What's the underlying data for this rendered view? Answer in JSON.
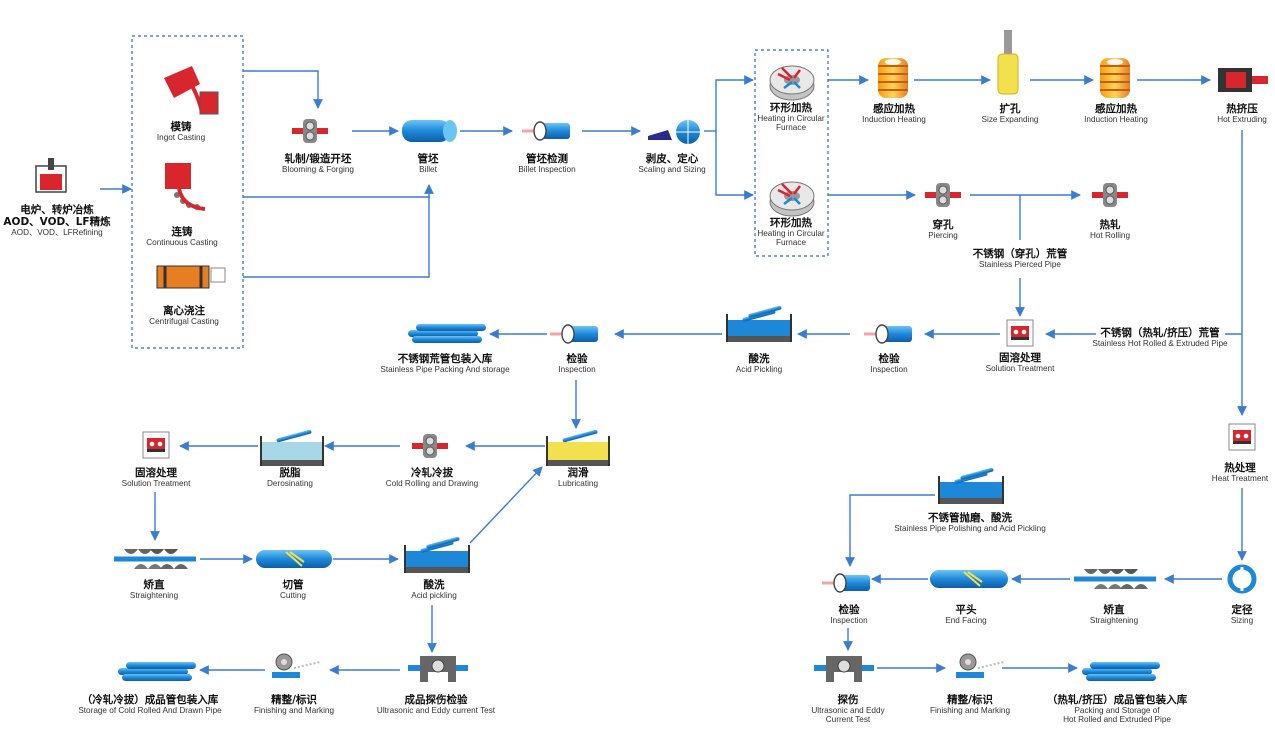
{
  "nodes": {
    "refining": {
      "zh": "电炉、转炉冶炼\nAOD、VOD、LF精炼",
      "en": "AOD、VOD、LFRefining"
    },
    "ingot": {
      "zh": "模铸",
      "en": "Ingot Casting"
    },
    "continuous": {
      "zh": "连铸",
      "en": "Continuous Casting"
    },
    "centrifugal": {
      "zh": "离心浇注",
      "en": "Centrifugal Casting"
    },
    "blooming": {
      "zh": "轧制/锻造开坯",
      "en": "Blooming & Forging"
    },
    "billet": {
      "zh": "管坯",
      "en": "Billet"
    },
    "billet_insp": {
      "zh": "管坯检测",
      "en": "Billet Inspection"
    },
    "scaling": {
      "zh": "剥皮、定心",
      "en": "Scaling and Sizing"
    },
    "furnace1": {
      "zh": "环形加热",
      "en": "Heating in Circular Furnace"
    },
    "furnace2": {
      "zh": "环形加热",
      "en": "Heating in Circular Furnace"
    },
    "induction1": {
      "zh": "感应加热",
      "en": "Induction Heating"
    },
    "expanding": {
      "zh": "扩孔",
      "en": "Size Expanding"
    },
    "induction2": {
      "zh": "感应加热",
      "en": "Induction Heating"
    },
    "hot_extruding": {
      "zh": "热挤压",
      "en": "Hot Extruding"
    },
    "piercing": {
      "zh": "穿孔",
      "en": "Piercing"
    },
    "hot_rolling": {
      "zh": "热轧",
      "en": "Hot Rolling"
    },
    "pierced_pipe": {
      "zh": "不锈钢（穿孔）荒管",
      "en": "Stainless Pierced Pipe"
    },
    "hot_rolled_pipe": {
      "zh": "不锈钢（热轧/挤压）荒管",
      "en": "Stainless Hot Rolled & Extruded Pipe"
    },
    "solution1": {
      "zh": "固溶处理",
      "en": "Solution Treatment"
    },
    "inspection1": {
      "zh": "检验",
      "en": "Inspection"
    },
    "pickling1": {
      "zh": "酸洗",
      "en": "Acid Pickling"
    },
    "inspection2": {
      "zh": "检验",
      "en": "Inspection"
    },
    "packing1": {
      "zh": "不锈钢荒管包装入库",
      "en": "Stainless Pipe Packing And storage"
    },
    "lubricating": {
      "zh": "润滑",
      "en": "Lubricating"
    },
    "cold_rolling": {
      "zh": "冷轧冷拔",
      "en": "Cold Rolling and Drawing"
    },
    "derosinating": {
      "zh": "脱脂",
      "en": "Derosinating"
    },
    "solution2": {
      "zh": "固溶处理",
      "en": "Solution Treatment"
    },
    "straightening1": {
      "zh": "矫直",
      "en": "Straightening"
    },
    "cutting": {
      "zh": "切管",
      "en": "Cutting"
    },
    "pickling2": {
      "zh": "酸洗",
      "en": "Acid pickling"
    },
    "ut_test1": {
      "zh": "成品探伤检验",
      "en": "Ultrasonic and Eddy current Test"
    },
    "finishing1": {
      "zh": "精整/标识",
      "en": "Finishing and Marking"
    },
    "storage_cold": {
      "zh": "（冷轧冷拔）成品管包装入库",
      "en": "Storage of Cold Rolled And Drawn Pipe"
    },
    "heat_treatment": {
      "zh": "热处理",
      "en": "Heat Treatment"
    },
    "sizing": {
      "zh": "定径",
      "en": "Sizing"
    },
    "straightening2": {
      "zh": "矫直",
      "en": "Straightening"
    },
    "end_facing": {
      "zh": "平头",
      "en": "End Facing"
    },
    "inspection3": {
      "zh": "检验",
      "en": "Inspection"
    },
    "polishing": {
      "zh": "不锈管抛磨、酸洗",
      "en": "Stainless Pipe Polishing and Acid Pickling"
    },
    "ut_test2": {
      "zh": "探伤",
      "en": "Ultrasonic and Eddy\nCurrent Test"
    },
    "finishing2": {
      "zh": "精整/标识",
      "en": "Finishing and Marking"
    },
    "storage_hot": {
      "zh": "（热轧/挤压）成品管包装入库",
      "en": "Packing and Storage of\nHot Rolled and Extruded Pipe"
    }
  },
  "colors": {
    "flow": "#3a7cd0",
    "pipe": "#1e88d8",
    "red": "#d9262c",
    "gray": "#6d6d6d",
    "yellow": "#f2e14c",
    "orange": "#f39c12"
  }
}
